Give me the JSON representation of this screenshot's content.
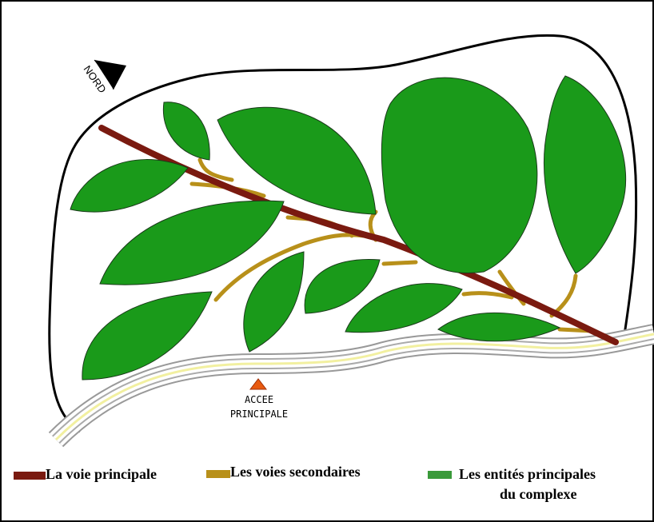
{
  "diagram": {
    "north_label": "NORD",
    "entrance_label_line1": "ACCEE",
    "entrance_label_line2": "PRINCIPALE"
  },
  "legend": {
    "items": [
      {
        "label": "La voie principale",
        "color": "#7a1a10"
      },
      {
        "label": "Les voies secondaires",
        "color": "#b8901a"
      },
      {
        "label": "Les entités principales",
        "label2": "du complexe",
        "color": "#3a9a3a"
      }
    ]
  },
  "colors": {
    "entity_fill": "#1a9a1a",
    "entity_stroke": "#1a3a1a",
    "main_road": "#7a1a10",
    "secondary_road": "#b8901a",
    "entrance_marker": "#e85a10",
    "site_boundary": "#000000"
  }
}
